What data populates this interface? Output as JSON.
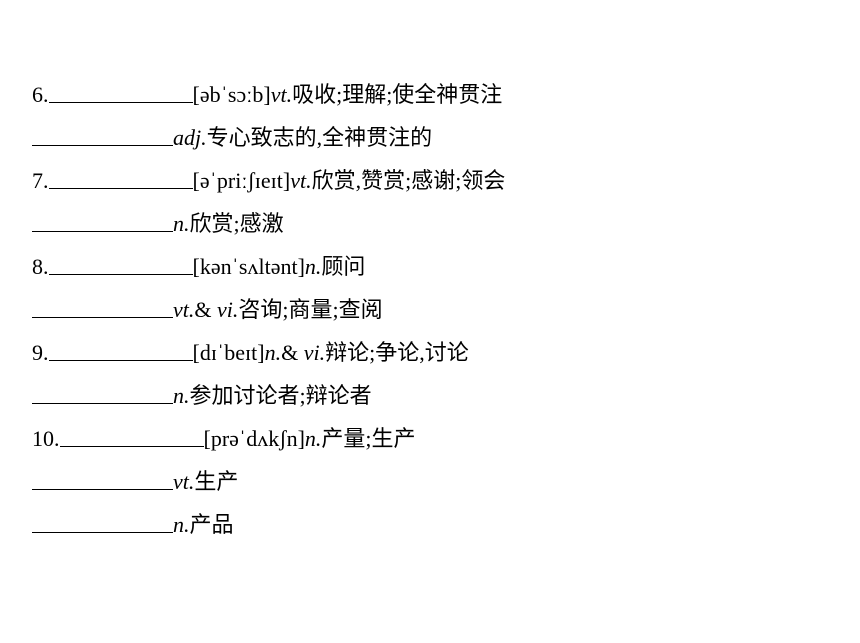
{
  "items": [
    {
      "num": "6.",
      "phon": "[əbˈsɔːb]",
      "pos": "vt.",
      "mean": "吸收;理解;使全神贯注"
    },
    {
      "pos": "adj.",
      "mean": "专心致志的,全神贯注的"
    },
    {
      "num": "7.",
      "phon": "[əˈpriːʃɪeɪt]",
      "pos": "vt.",
      "mean": "欣赏,赞赏;感谢;领会"
    },
    {
      "pos": "n.",
      "mean": "欣赏;感激"
    },
    {
      "num": "8.",
      "phon": "[kənˈsʌltənt]",
      "pos": "n.",
      "mean": "顾问"
    },
    {
      "pos": "vt.",
      "amp": "& ",
      "pos2": "vi.",
      "mean": "咨询;商量;查阅"
    },
    {
      "num": "9.",
      "phon": "[dɪˈbeɪt]",
      "pos": "n.",
      "amp": "& ",
      "pos2": "vi.",
      "mean": "辩论;争论,讨论"
    },
    {
      "pos": "n.",
      "mean": "参加讨论者;辩论者"
    },
    {
      "num": "10.",
      "phon": "[prəˈdʌkʃn]",
      "pos": "n.",
      "mean": "产量;生产"
    },
    {
      "pos": "vt.",
      "mean": "生产"
    },
    {
      "pos": "n.",
      "mean": "产品"
    }
  ]
}
